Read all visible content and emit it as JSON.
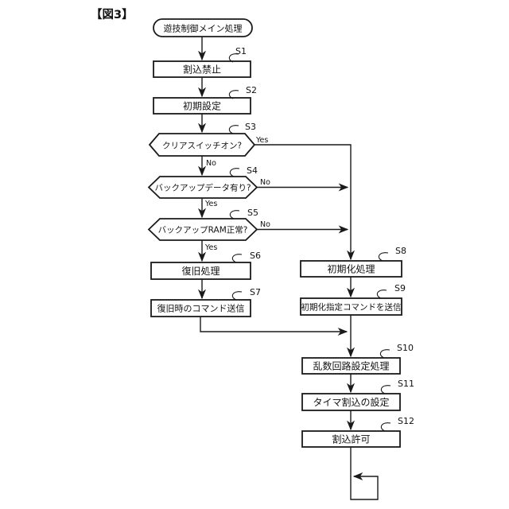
{
  "figure": {
    "title": "【図3】",
    "start": {
      "label": "遊技制御メイン処理"
    },
    "steps": {
      "s1": {
        "id": "S1",
        "label": "割込禁止"
      },
      "s2": {
        "id": "S2",
        "label": "初期設定"
      },
      "s3": {
        "id": "S3",
        "label": "クリアスイッチオン?",
        "right": "Yes",
        "down": "No"
      },
      "s4": {
        "id": "S4",
        "label": "バックアップデータ有り?",
        "right": "No",
        "down": "Yes"
      },
      "s5": {
        "id": "S5",
        "label": "バックアップRAM正常?",
        "right": "No",
        "down": "Yes"
      },
      "s6": {
        "id": "S6",
        "label": "復旧処理"
      },
      "s7": {
        "id": "S7",
        "label": "復旧時のコマンド送信"
      },
      "s8": {
        "id": "S8",
        "label": "初期化処理"
      },
      "s9": {
        "id": "S9",
        "label": "初期化指定コマンドを送信"
      },
      "s10": {
        "id": "S10",
        "label": "乱数回路設定処理"
      },
      "s11": {
        "id": "S11",
        "label": "タイマ割込の設定"
      },
      "s12": {
        "id": "S12",
        "label": "割込許可"
      }
    },
    "colors": {
      "ink": "#1a1a1a",
      "background": "#ffffff"
    }
  }
}
